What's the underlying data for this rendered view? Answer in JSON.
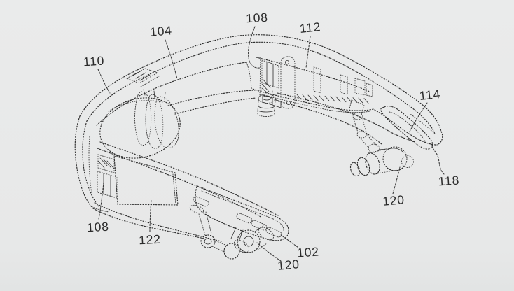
{
  "figure": {
    "background_color": "#e8e9e9",
    "line_color": "#2d2d2d",
    "label_color": "#2b2b2b",
    "reference_labels": [
      {
        "text": "110"
      },
      {
        "text": "104"
      },
      {
        "text": "108"
      },
      {
        "text": "112"
      },
      {
        "text": "114"
      },
      {
        "text": "118"
      },
      {
        "text": "120"
      },
      {
        "text": "102"
      },
      {
        "text": "120"
      },
      {
        "text": "122"
      },
      {
        "text": "108"
      }
    ]
  }
}
